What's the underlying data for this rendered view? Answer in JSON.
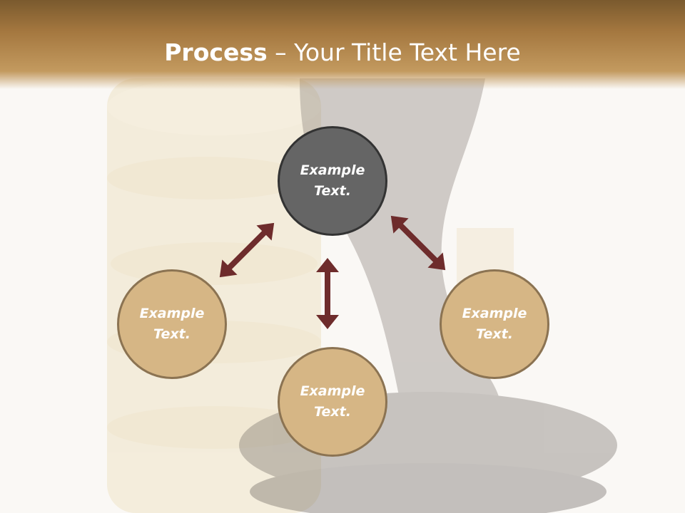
{
  "title": {
    "bold": "Process",
    "rest": " – Your Title Text Here"
  },
  "nodes": {
    "top": "Example Text.",
    "left": "Example Text.",
    "bottom": "Example Text.",
    "right": "Example Text."
  },
  "colors": {
    "title_band": "#a4773f",
    "center_circle": "#656565",
    "outer_circle": "#d6b685",
    "arrow": "#6e2c2c"
  }
}
